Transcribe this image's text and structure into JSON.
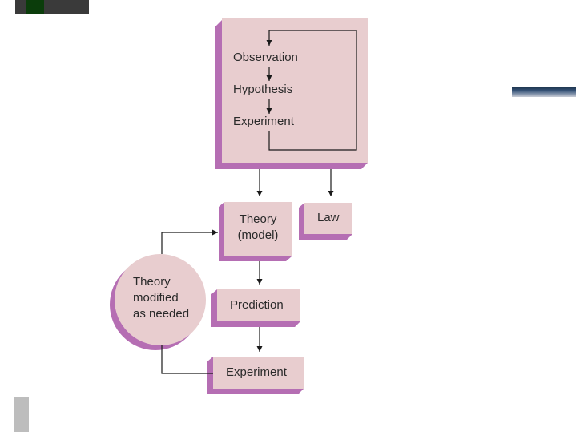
{
  "colors": {
    "box_face": "#e8cdcf",
    "box_shadow": "#b56eb3",
    "line": "#1a1a1a",
    "text": "#2a2a2a"
  },
  "diagram": {
    "method_box": {
      "observation": "Observation",
      "hypothesis": "Hypothesis",
      "experiment": "Experiment"
    },
    "theory": {
      "line1": "Theory",
      "line2": "(model)"
    },
    "law": "Law",
    "prediction": "Prediction",
    "experiment2": "Experiment",
    "modified": {
      "line1": "Theory",
      "line2": "modified",
      "line3": "as needed"
    }
  }
}
